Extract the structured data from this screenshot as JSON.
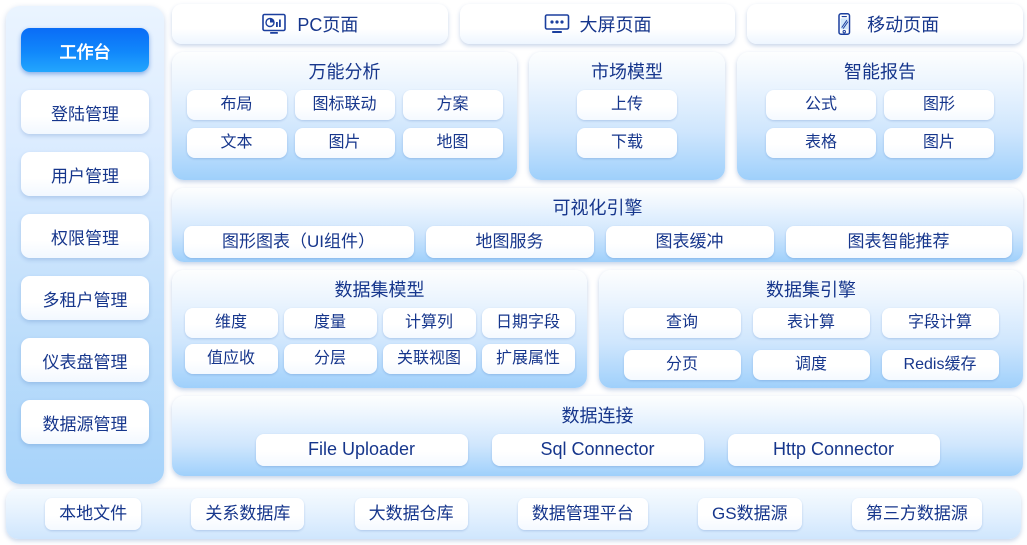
{
  "sidebar": {
    "items": [
      {
        "label": "工作台",
        "active": true
      },
      {
        "label": "登陆管理",
        "active": false
      },
      {
        "label": "用户管理",
        "active": false
      },
      {
        "label": "权限管理",
        "active": false
      },
      {
        "label": "多租户管理",
        "active": false
      },
      {
        "label": "仪表盘管理",
        "active": false
      },
      {
        "label": "数据源管理",
        "active": false
      }
    ]
  },
  "tabs": [
    {
      "label": "PC页面",
      "icon": "monitor-chart-icon"
    },
    {
      "label": "大屏页面",
      "icon": "big-screen-icon"
    },
    {
      "label": "移动页面",
      "icon": "mobile-phone-icon"
    }
  ],
  "panels": {
    "universal_analysis": {
      "title": "万能分析",
      "items": [
        "布局",
        "图标联动",
        "方案",
        "文本",
        "图片",
        "地图"
      ]
    },
    "market_model": {
      "title": "市场模型",
      "items": [
        "上传",
        "下载"
      ]
    },
    "smart_report": {
      "title": "智能报告",
      "items": [
        "公式",
        "图形",
        "表格",
        "图片"
      ]
    },
    "visual_engine": {
      "title": "可视化引擎",
      "items": [
        "图形图表（UI组件）",
        "地图服务",
        "图表缓冲",
        "图表智能推荐"
      ]
    },
    "dataset_model": {
      "title": "数据集模型",
      "items": [
        "维度",
        "度量",
        "计算列",
        "日期字段",
        "值应收",
        "分层",
        "关联视图",
        "扩展属性"
      ]
    },
    "dataset_engine": {
      "title": "数据集引擎",
      "items": [
        "查询",
        "表计算",
        "字段计算",
        "分页",
        "调度",
        "Redis缓存"
      ]
    },
    "data_connection": {
      "title": "数据连接",
      "items": [
        "File Uploader",
        "Sql Connector",
        "Http Connector"
      ]
    }
  },
  "bottom_bar": {
    "items": [
      "本地文件",
      "关系数据库",
      "大数据仓库",
      "数据管理平台",
      "GS数据源",
      "第三方数据源"
    ]
  },
  "colors": {
    "accent": "#0a6cf6",
    "text": "#16368c",
    "panel_top": "#fdfefe",
    "panel_bottom": "#9fd0fb",
    "page_bg": "#ffffff"
  }
}
